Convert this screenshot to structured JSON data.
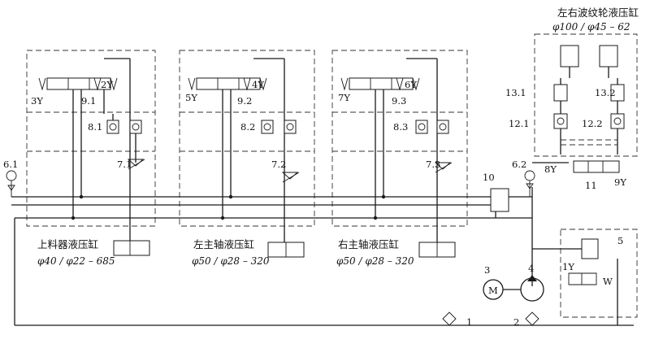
{
  "labels": {
    "cyl_lr_title": "左右波纹轮液压缸",
    "cyl_lr_spec": "φ100 / φ45 – 62",
    "cyl_feed_title": "上料器液压缸",
    "cyl_feed_spec": "φ40 / φ22 – 685",
    "cyl_lm_title": "左主轴液压缸",
    "cyl_lm_spec": "φ50 / φ28 – 320",
    "cyl_rm_title": "右主轴液压缸",
    "cyl_rm_spec": "φ50 / φ28 – 320",
    "v_3y": "3Y",
    "v_2y": "2Y",
    "v_91": "9.1",
    "v_5y": "5Y",
    "v_4y": "4Y",
    "v_92": "9.2",
    "v_7y": "7Y",
    "v_6y": "6Y",
    "v_93": "9.3",
    "c_81": "8.1",
    "c_82": "8.2",
    "c_83": "8.3",
    "t_71": "7.1",
    "t_72": "7.2",
    "t_73": "7.3",
    "g_61": "6.1",
    "g_62": "6.2",
    "n_10": "10",
    "n_11": "11",
    "v_8y": "8Y",
    "v_9y": "9Y",
    "r_131": "13.1",
    "r_132": "13.2",
    "r_121": "12.1",
    "r_122": "12.2",
    "n_1": "1",
    "n_2": "2",
    "n_3": "3",
    "n_4": "4",
    "n_5": "5",
    "motor": "M",
    "v_1y": "1Y",
    "v_w": "W"
  }
}
